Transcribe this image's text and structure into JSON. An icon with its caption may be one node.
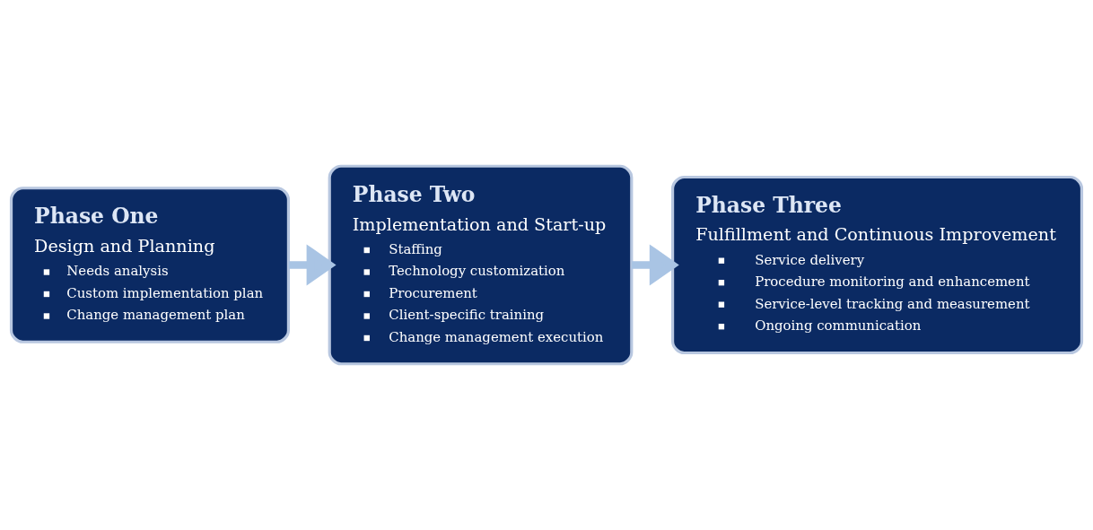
{
  "diagram": {
    "nodes": [
      {
        "text": [
          "Phase One",
          "Design and Planning",
          "Needs analysis",
          "Custom implementation plan",
          "Change management plan"
        ]
      },
      {
        "text": [
          "Phase Two",
          "Implementation and Start-up",
          "Staffing",
          "Technology customization",
          "Procurement",
          "Client-specific training",
          "Change management execution"
        ]
      },
      {
        "text": [
          "Phase Three",
          "Fulfillment and Continuous Improvement",
          "Service delivery",
          "Procedure monitoring and enhancement",
          "Service-level tracking and measurement",
          "Ongoing communication"
        ]
      }
    ],
    "edges": [
      {
        "from": 0,
        "to": 1,
        "arrow": "to"
      },
      {
        "from": 1,
        "to": 2,
        "arrow": "to"
      }
    ]
  }
}
